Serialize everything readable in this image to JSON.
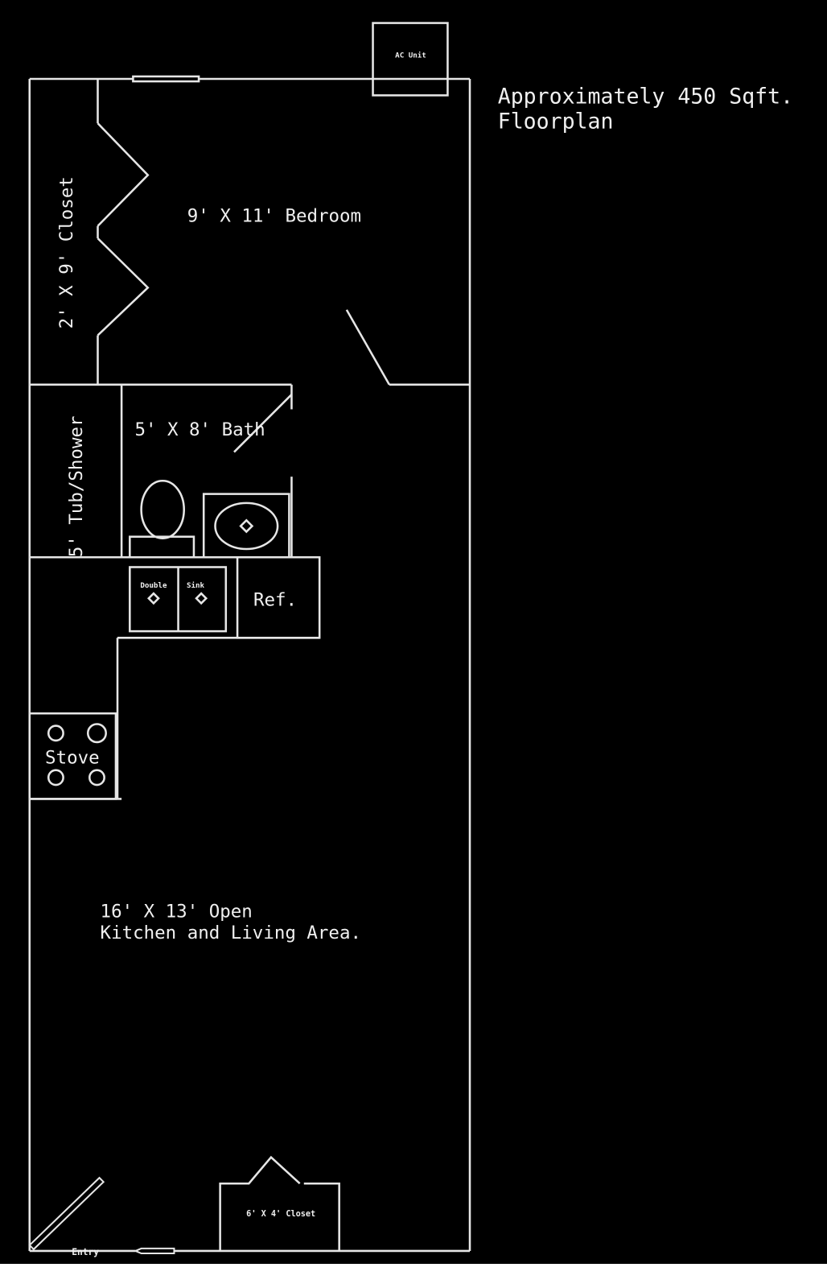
{
  "title": {
    "line1": "Approximately 450 Sqft.",
    "line2": "Floorplan"
  },
  "rooms": {
    "bedroom": "9' X 11' Bedroom",
    "closet": "2' X 9' Closet",
    "tub": "5' Tub/Shower",
    "bath": "5' X 8' Bath",
    "living_line1": "16' X 13' Open",
    "living_line2": "Kitchen and Living Area."
  },
  "fixtures": {
    "ac": "AC Unit",
    "sink_left": "Double",
    "sink_right": "Sink",
    "ref": "Ref.",
    "stove": "Stove",
    "front_closet": "6' X 4' Closet",
    "entry": "Entry"
  },
  "colors": {
    "background": "#000000",
    "lines": "#e6e6e6"
  }
}
